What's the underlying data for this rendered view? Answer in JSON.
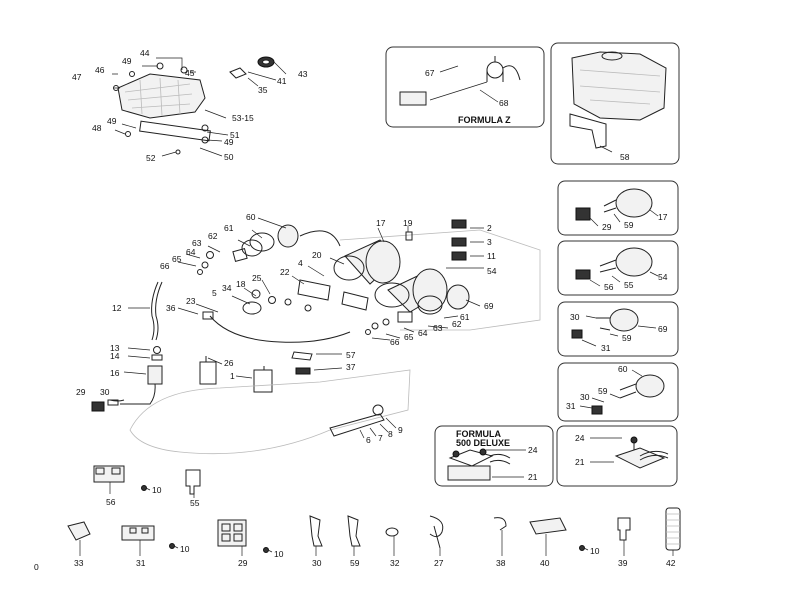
{
  "diagram": {
    "boxes": {
      "formula_z": "FORMULA  Z",
      "formula_500_deluxe_line1": "FORMULA",
      "formula_500_deluxe_line2": "500 DELUXE"
    },
    "callouts": {
      "c44": "44",
      "c49a": "49",
      "c45": "45",
      "c46": "46",
      "c47": "47",
      "c41": "41",
      "c43": "43",
      "c35": "35",
      "c53_15": "53-15",
      "c48": "48",
      "c49b": "49",
      "c51": "51",
      "c49c": "49",
      "c52": "52",
      "c50": "50",
      "c67": "67",
      "c68": "68",
      "c58": "58",
      "c60": "60",
      "c61": "61",
      "c62": "62",
      "c63": "63",
      "c64": "64",
      "c65": "65",
      "c66": "66",
      "c17": "17",
      "c19": "19",
      "c2": "2",
      "c3": "3",
      "c11": "11",
      "c54": "54",
      "c20": "20",
      "c4": "4",
      "c22": "22",
      "c25": "25",
      "c18": "18",
      "c34": "34",
      "c5": "5",
      "c23": "23",
      "c36": "36",
      "c12": "12",
      "c69": "69",
      "c61b": "61",
      "c62b": "62",
      "c63b": "63",
      "c64b": "64",
      "c65b": "65",
      "c66b": "66",
      "c13": "13",
      "c14": "14",
      "c16": "16",
      "c26": "26",
      "c1": "1",
      "c57": "57",
      "c37": "37",
      "c29": "29",
      "c30": "30",
      "c9": "9",
      "c8": "8",
      "c7": "7",
      "c6": "6",
      "i1_17": "17",
      "i1_29": "29",
      "i1_59": "59",
      "i2_54": "54",
      "i2_56": "56",
      "i2_55": "55",
      "i3_30": "30",
      "i3_59": "59",
      "i3_69": "69",
      "i3_31": "31",
      "i4_60": "60",
      "i4_30": "30",
      "i4_59": "59",
      "i4_31": "31",
      "f24": "24",
      "f21": "21",
      "s24": "24",
      "s21": "21",
      "b56": "56",
      "b10a": "10",
      "b55": "55",
      "b33": "33",
      "b31": "31",
      "b10b": "10",
      "b29": "29",
      "b10c": "10",
      "b30": "30",
      "b59": "59",
      "b32": "32",
      "b27": "27",
      "b38": "38",
      "b40": "40",
      "b10d": "10",
      "b39": "39",
      "b42": "42",
      "corner": "0"
    },
    "icons": [
      "headlight",
      "gauge",
      "fuel-sender",
      "oil-tank",
      "connector",
      "fuse",
      "switch",
      "terminal",
      "harness",
      "sleeve"
    ]
  }
}
